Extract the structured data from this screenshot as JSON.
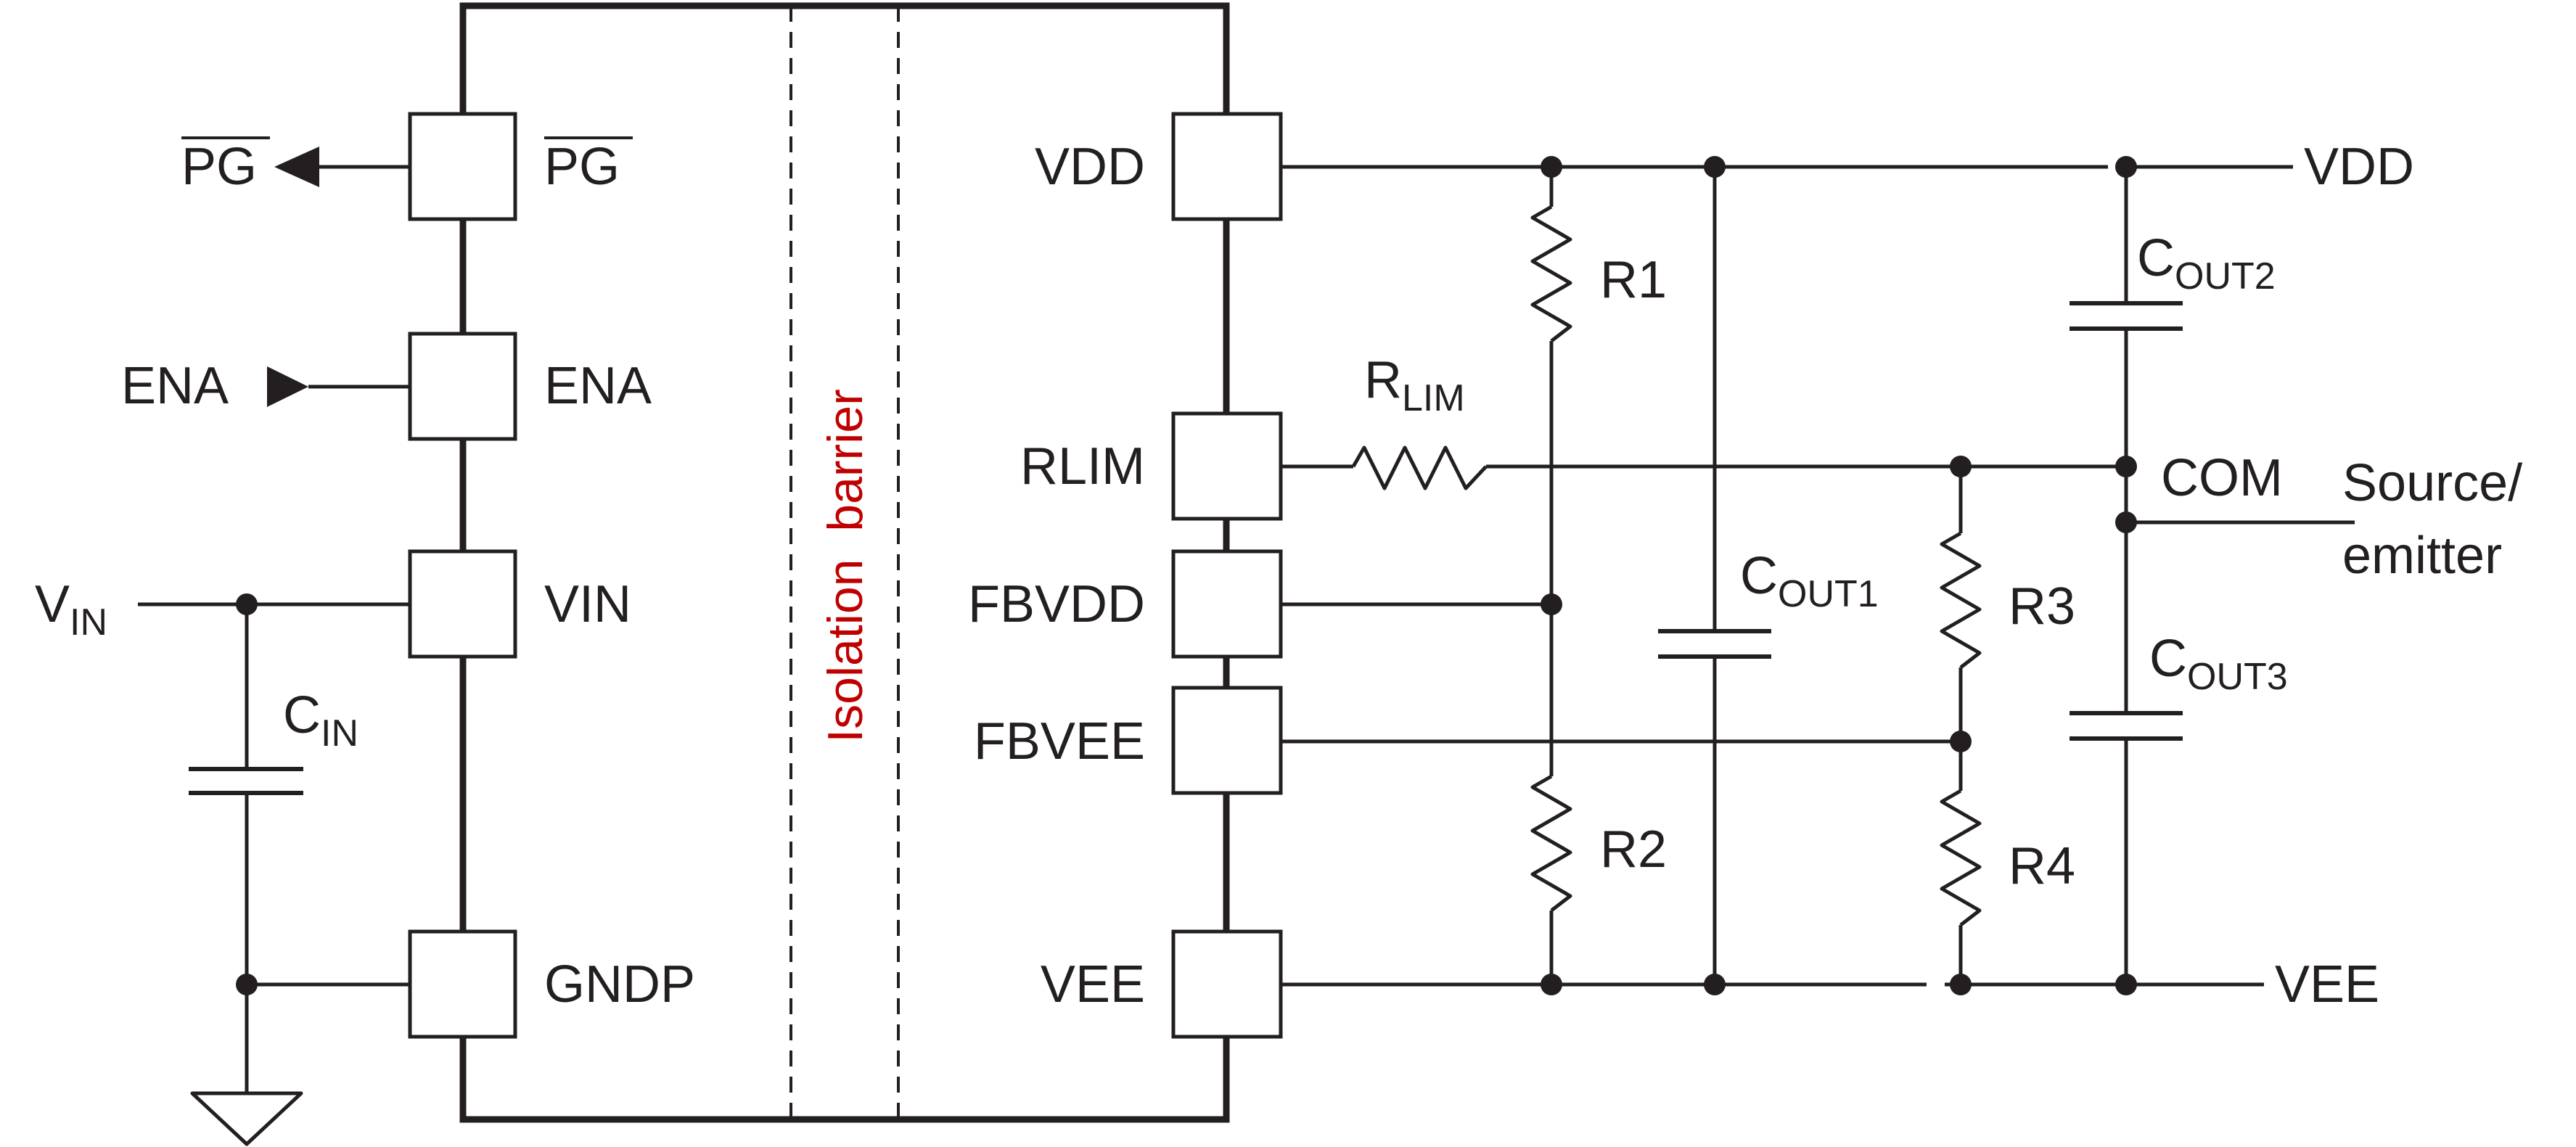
{
  "ic": {
    "left_pins": [
      {
        "id": "pg",
        "label": "PG",
        "overline": true
      },
      {
        "id": "ena",
        "label": "ENA"
      },
      {
        "id": "vin",
        "label": "VIN"
      },
      {
        "id": "gndp",
        "label": "GNDP"
      }
    ],
    "right_pins": [
      {
        "id": "vdd",
        "label": "VDD"
      },
      {
        "id": "rlim",
        "label": "RLIM"
      },
      {
        "id": "fbvdd",
        "label": "FBVDD"
      },
      {
        "id": "fbvee",
        "label": "FBVEE"
      },
      {
        "id": "vee",
        "label": "VEE"
      }
    ],
    "barrier_label": "Isolation  barrier"
  },
  "external": {
    "pg_out": "PG",
    "ena_in": "ENA",
    "vin": {
      "main": "V",
      "sub": "IN"
    },
    "cin": {
      "main": "C",
      "sub": "IN"
    },
    "rlim": {
      "main": "R",
      "sub": "LIM"
    },
    "r1": "R1",
    "r2": "R2",
    "r3": "R3",
    "r4": "R4",
    "cout1": {
      "main": "C",
      "sub": "OUT1"
    },
    "cout2": {
      "main": "C",
      "sub": "OUT2"
    },
    "cout3": {
      "main": "C",
      "sub": "OUT3"
    },
    "vdd_out": "VDD",
    "vee_out": "VEE",
    "com": "COM",
    "source_line1": "Source/",
    "source_line2": "emitter"
  }
}
